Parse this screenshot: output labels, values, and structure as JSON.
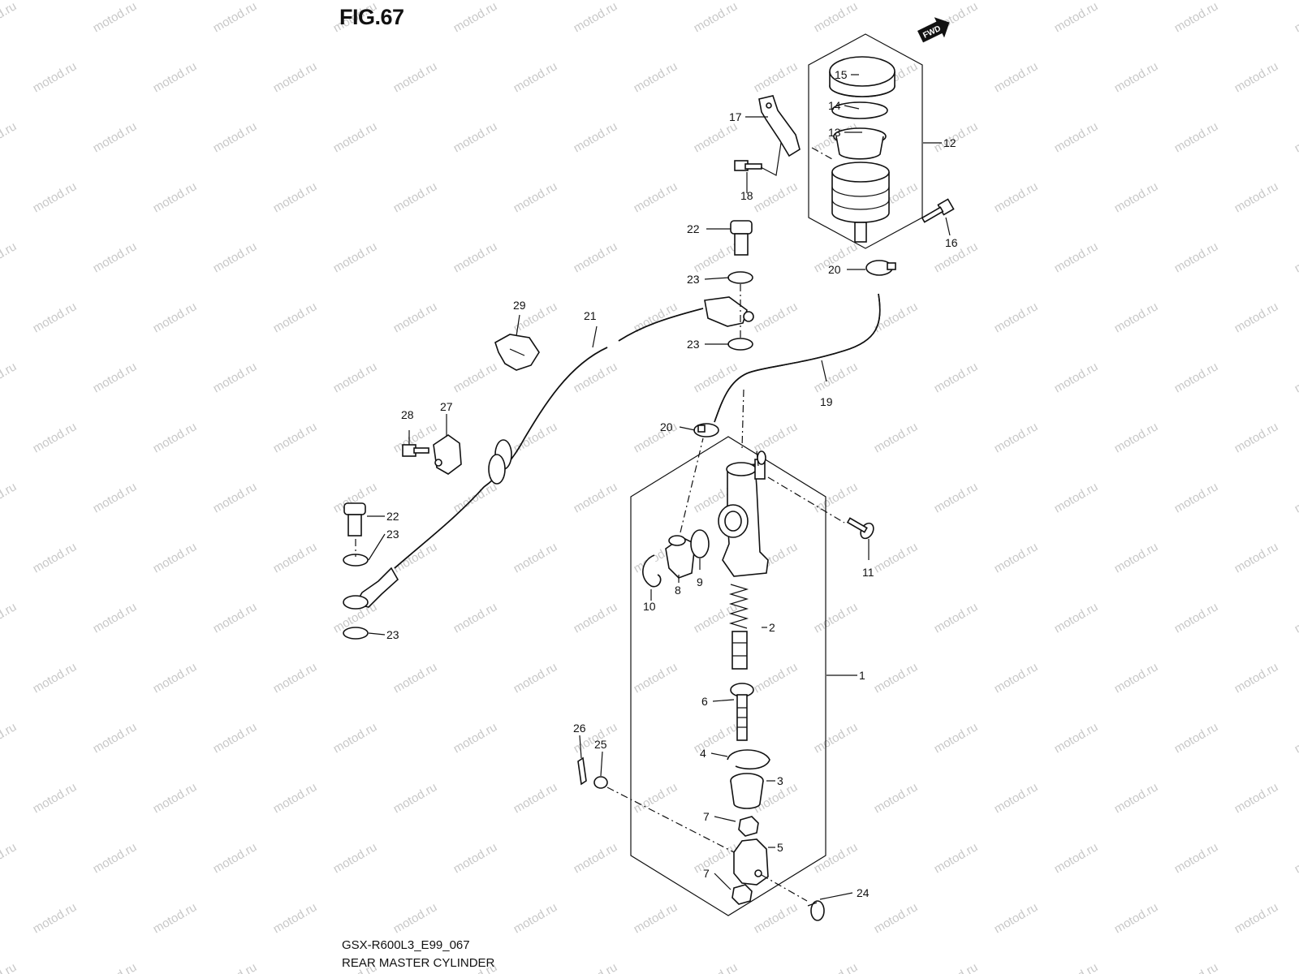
{
  "figure": {
    "title": "FIG.67",
    "code": "GSX-R600L3_E99_067",
    "name": "REAR MASTER CYLINDER"
  },
  "direction_badge": "FWD",
  "watermark": "motod.ru",
  "callouts": [
    {
      "id": "1",
      "label": "1"
    },
    {
      "id": "2",
      "label": "2"
    },
    {
      "id": "3",
      "label": "3"
    },
    {
      "id": "4",
      "label": "4"
    },
    {
      "id": "5",
      "label": "5"
    },
    {
      "id": "6",
      "label": "6"
    },
    {
      "id": "7a",
      "label": "7"
    },
    {
      "id": "7b",
      "label": "7"
    },
    {
      "id": "8",
      "label": "8"
    },
    {
      "id": "9",
      "label": "9"
    },
    {
      "id": "10",
      "label": "10"
    },
    {
      "id": "11",
      "label": "11"
    },
    {
      "id": "12",
      "label": "12"
    },
    {
      "id": "13",
      "label": "13"
    },
    {
      "id": "14",
      "label": "14"
    },
    {
      "id": "15",
      "label": "15"
    },
    {
      "id": "16",
      "label": "16"
    },
    {
      "id": "17",
      "label": "17"
    },
    {
      "id": "18",
      "label": "18"
    },
    {
      "id": "19",
      "label": "19"
    },
    {
      "id": "20a",
      "label": "20"
    },
    {
      "id": "20b",
      "label": "20"
    },
    {
      "id": "21",
      "label": "21"
    },
    {
      "id": "22a",
      "label": "22"
    },
    {
      "id": "22b",
      "label": "22"
    },
    {
      "id": "23a",
      "label": "23"
    },
    {
      "id": "23b",
      "label": "23"
    },
    {
      "id": "23c",
      "label": "23"
    },
    {
      "id": "23d",
      "label": "23"
    },
    {
      "id": "24",
      "label": "24"
    },
    {
      "id": "25",
      "label": "25"
    },
    {
      "id": "26",
      "label": "26"
    },
    {
      "id": "27",
      "label": "27"
    },
    {
      "id": "28",
      "label": "28"
    },
    {
      "id": "29",
      "label": "29"
    }
  ]
}
